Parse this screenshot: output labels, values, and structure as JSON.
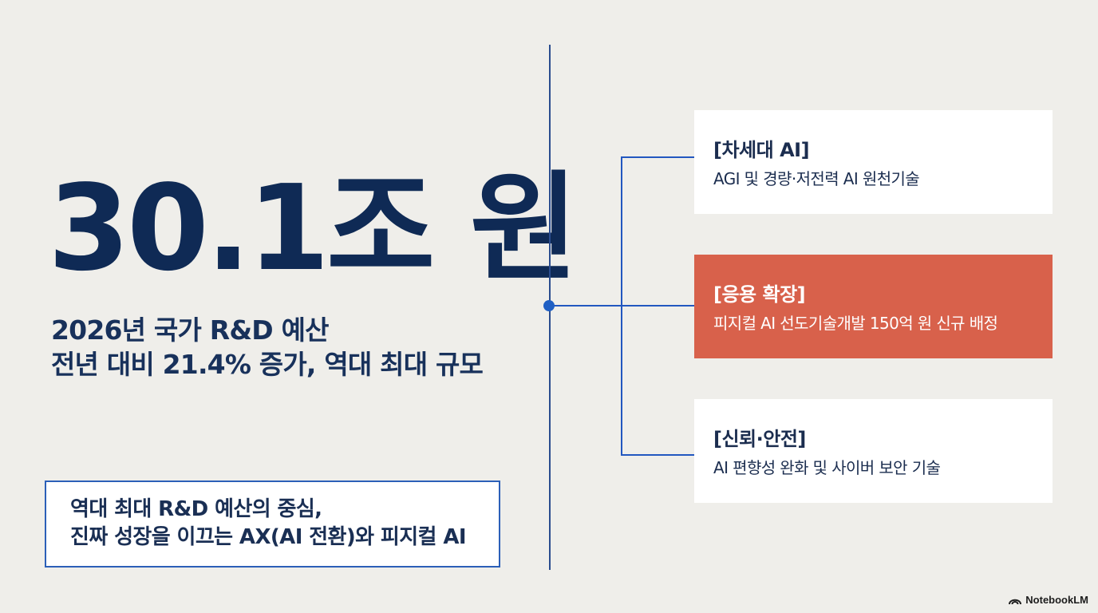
{
  "main": {
    "headline": "30.1조 원",
    "subtitle_line1": "2026년 국가 R&D 예산",
    "subtitle_line2": "전년 대비 21.4% 증가, 역대 최대 규모"
  },
  "callout": {
    "line1": "역대 최대 R&D 예산의 중심,",
    "line2": "진짜 성장을 이끄는 AX(AI 전환)와 피지컬 AI"
  },
  "cards": [
    {
      "title": "[차세대 AI]",
      "desc": "AGI 및 경량·저전력 AI 원천기술"
    },
    {
      "title": "[응용 확장]",
      "desc": "피지컬 AI 선도기술개발 150억 원 신규 배정"
    },
    {
      "title": "[신뢰·안전]",
      "desc": "AI 편향성 완화 및 사이버 보안 기술"
    }
  ],
  "branding": {
    "label": "NotebookLM",
    "icon": "notebooklm-logo-icon"
  },
  "colors": {
    "background": "#efeeea",
    "navy": "#0f2a55",
    "accent_blue": "#2257c0",
    "highlight": "#d8614b"
  }
}
